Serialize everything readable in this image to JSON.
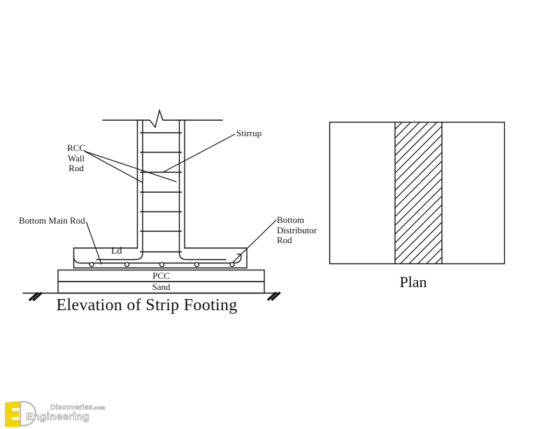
{
  "page": {
    "background_color": "#ffffff",
    "line_color": "#111111"
  },
  "elevation": {
    "title": "Elevation of Strip Footing",
    "labels": {
      "rcc_wall_rod": [
        "RCC",
        "Wall",
        "Rod"
      ],
      "stirrup": "Stirrup",
      "bottom_main_rod": "Bottom Main Rod",
      "bottom_distributor_rod": [
        "Bottom",
        "Distributor",
        "Rod"
      ],
      "ld": "Ld",
      "pcc": "PCC",
      "sand": "Sand"
    },
    "counts": {
      "stirrups": 7,
      "distributor_rod_circles": 5
    }
  },
  "plan": {
    "title": "Plan",
    "hatch_direction": "forward-slash"
  },
  "watermark": {
    "brand_top": "Discoveries",
    "brand_top_tld": ".com",
    "brand_bottom": "Engineering",
    "logo_yellow": "#f2d40c",
    "logo_outline_gray": "#b3b3b3"
  }
}
